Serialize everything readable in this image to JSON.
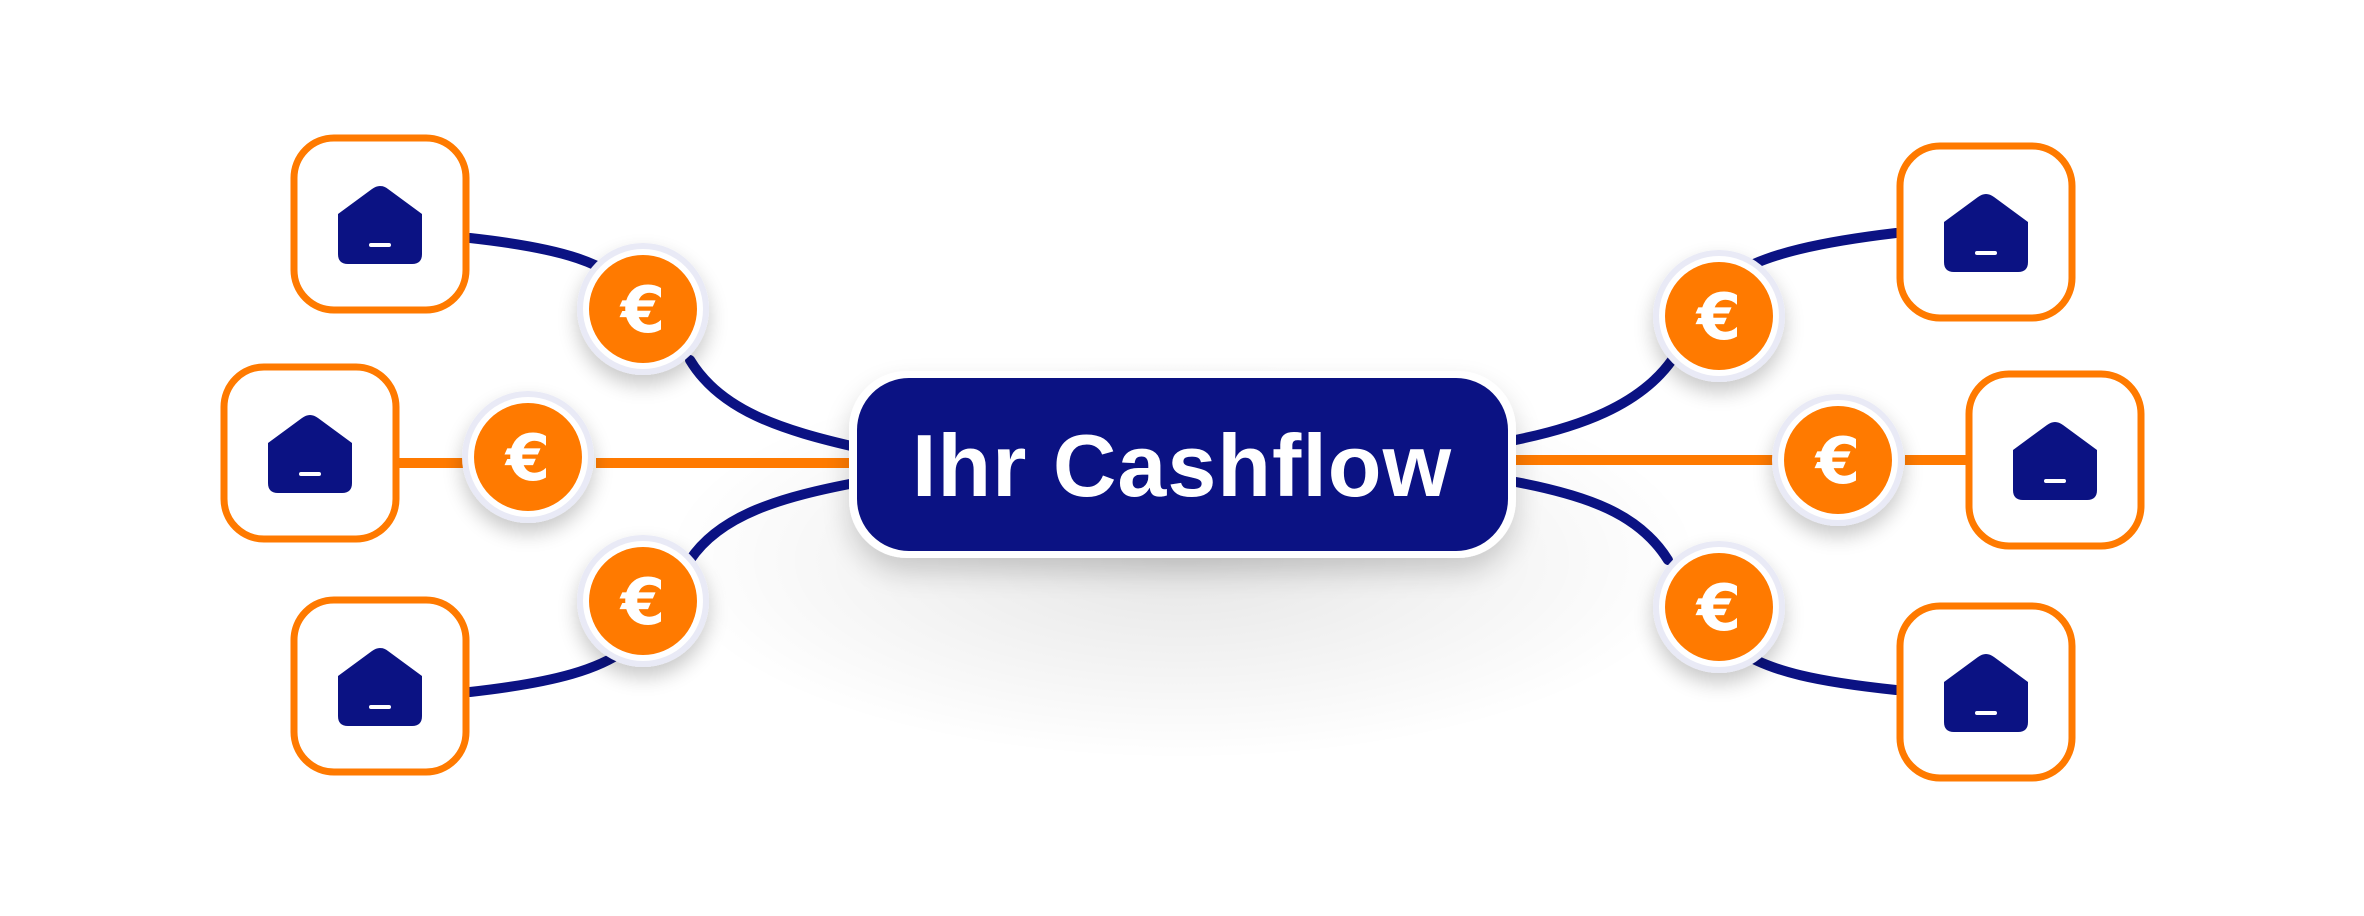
{
  "center": {
    "label": "Ihr Cashflow"
  },
  "coin": {
    "symbol": "€"
  },
  "colors": {
    "navy": "#0b1283",
    "orange": "#ff7a00",
    "white": "#ffffff"
  },
  "properties": [
    {
      "side": "left",
      "icon": "house-icon"
    },
    {
      "side": "left",
      "icon": "house-icon"
    },
    {
      "side": "left",
      "icon": "house-icon"
    },
    {
      "side": "right",
      "icon": "house-icon"
    },
    {
      "side": "right",
      "icon": "house-icon"
    },
    {
      "side": "right",
      "icon": "house-icon"
    }
  ]
}
